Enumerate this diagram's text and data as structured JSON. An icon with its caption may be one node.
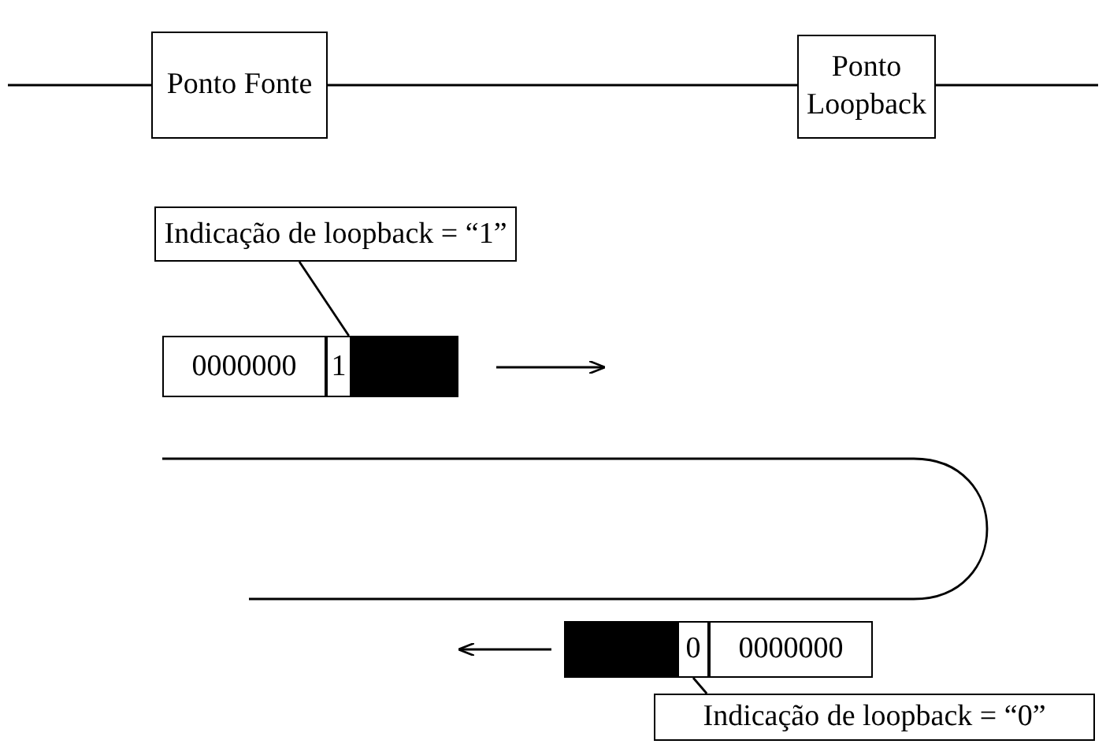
{
  "diagram": {
    "nodes": [
      {
        "text": [
          "Ponto Fonte"
        ]
      },
      {
        "text": [
          "Ponto Loopback"
        ]
      },
      {
        "text": [
          "Indicação de loopback = “1”"
        ]
      },
      {
        "text": [
          "0000000"
        ]
      },
      {
        "text": [
          "1"
        ]
      },
      {
        "text": [],
        "shape": "box"
      },
      {
        "text": [],
        "shape": "box"
      },
      {
        "text": [
          "0"
        ]
      },
      {
        "text": [
          "0000000"
        ]
      },
      {
        "text": [
          "Indicação de loopback = “0”"
        ]
      }
    ],
    "edges": [
      {
        "from": 0,
        "to": 1,
        "arrow": "none"
      },
      {
        "from": 2,
        "to": 4,
        "arrow": "none"
      },
      {
        "from": 9,
        "to": 7,
        "arrow": "none"
      }
    ]
  }
}
